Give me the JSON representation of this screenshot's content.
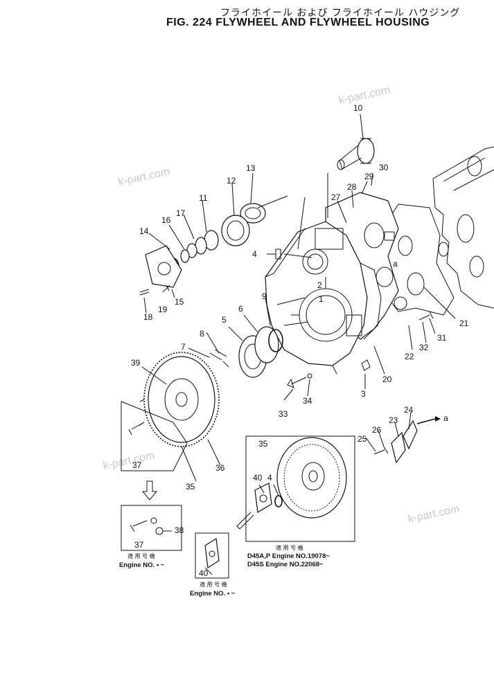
{
  "title_jp": "フライホイール および フライホイール ハウジング",
  "title_en": "FIG. 224  FLYWHEEL AND FLYWHEEL HOUSING",
  "watermark": "k-part.com",
  "callouts": [
    "1",
    "2",
    "3",
    "4",
    "5",
    "6",
    "7",
    "8",
    "9",
    "10",
    "11",
    "12",
    "13",
    "14",
    "15",
    "16",
    "17",
    "18",
    "19",
    "20",
    "21",
    "22",
    "23",
    "24",
    "25",
    "26",
    "27",
    "28",
    "29",
    "30",
    "31",
    "32",
    "33",
    "34",
    "35",
    "36",
    "37",
    "38",
    "39",
    "40"
  ],
  "arrow_ref": "a",
  "inset_main": {
    "labels": [
      "35",
      "40",
      "4"
    ],
    "note_jp": "適 用 号 機",
    "note_line1": "D45A,P Engine NO.19078~",
    "note_line2": "D45S   Engine NO.22068~"
  },
  "inset_37": {
    "labels": [
      "37",
      "38"
    ],
    "note_jp": "適 用 号 機",
    "note": "Engine NO. • ~"
  },
  "inset_40": {
    "labels": [
      "40"
    ],
    "note_jp": "適 用 号 機",
    "note": "Engine NO. • ~"
  }
}
